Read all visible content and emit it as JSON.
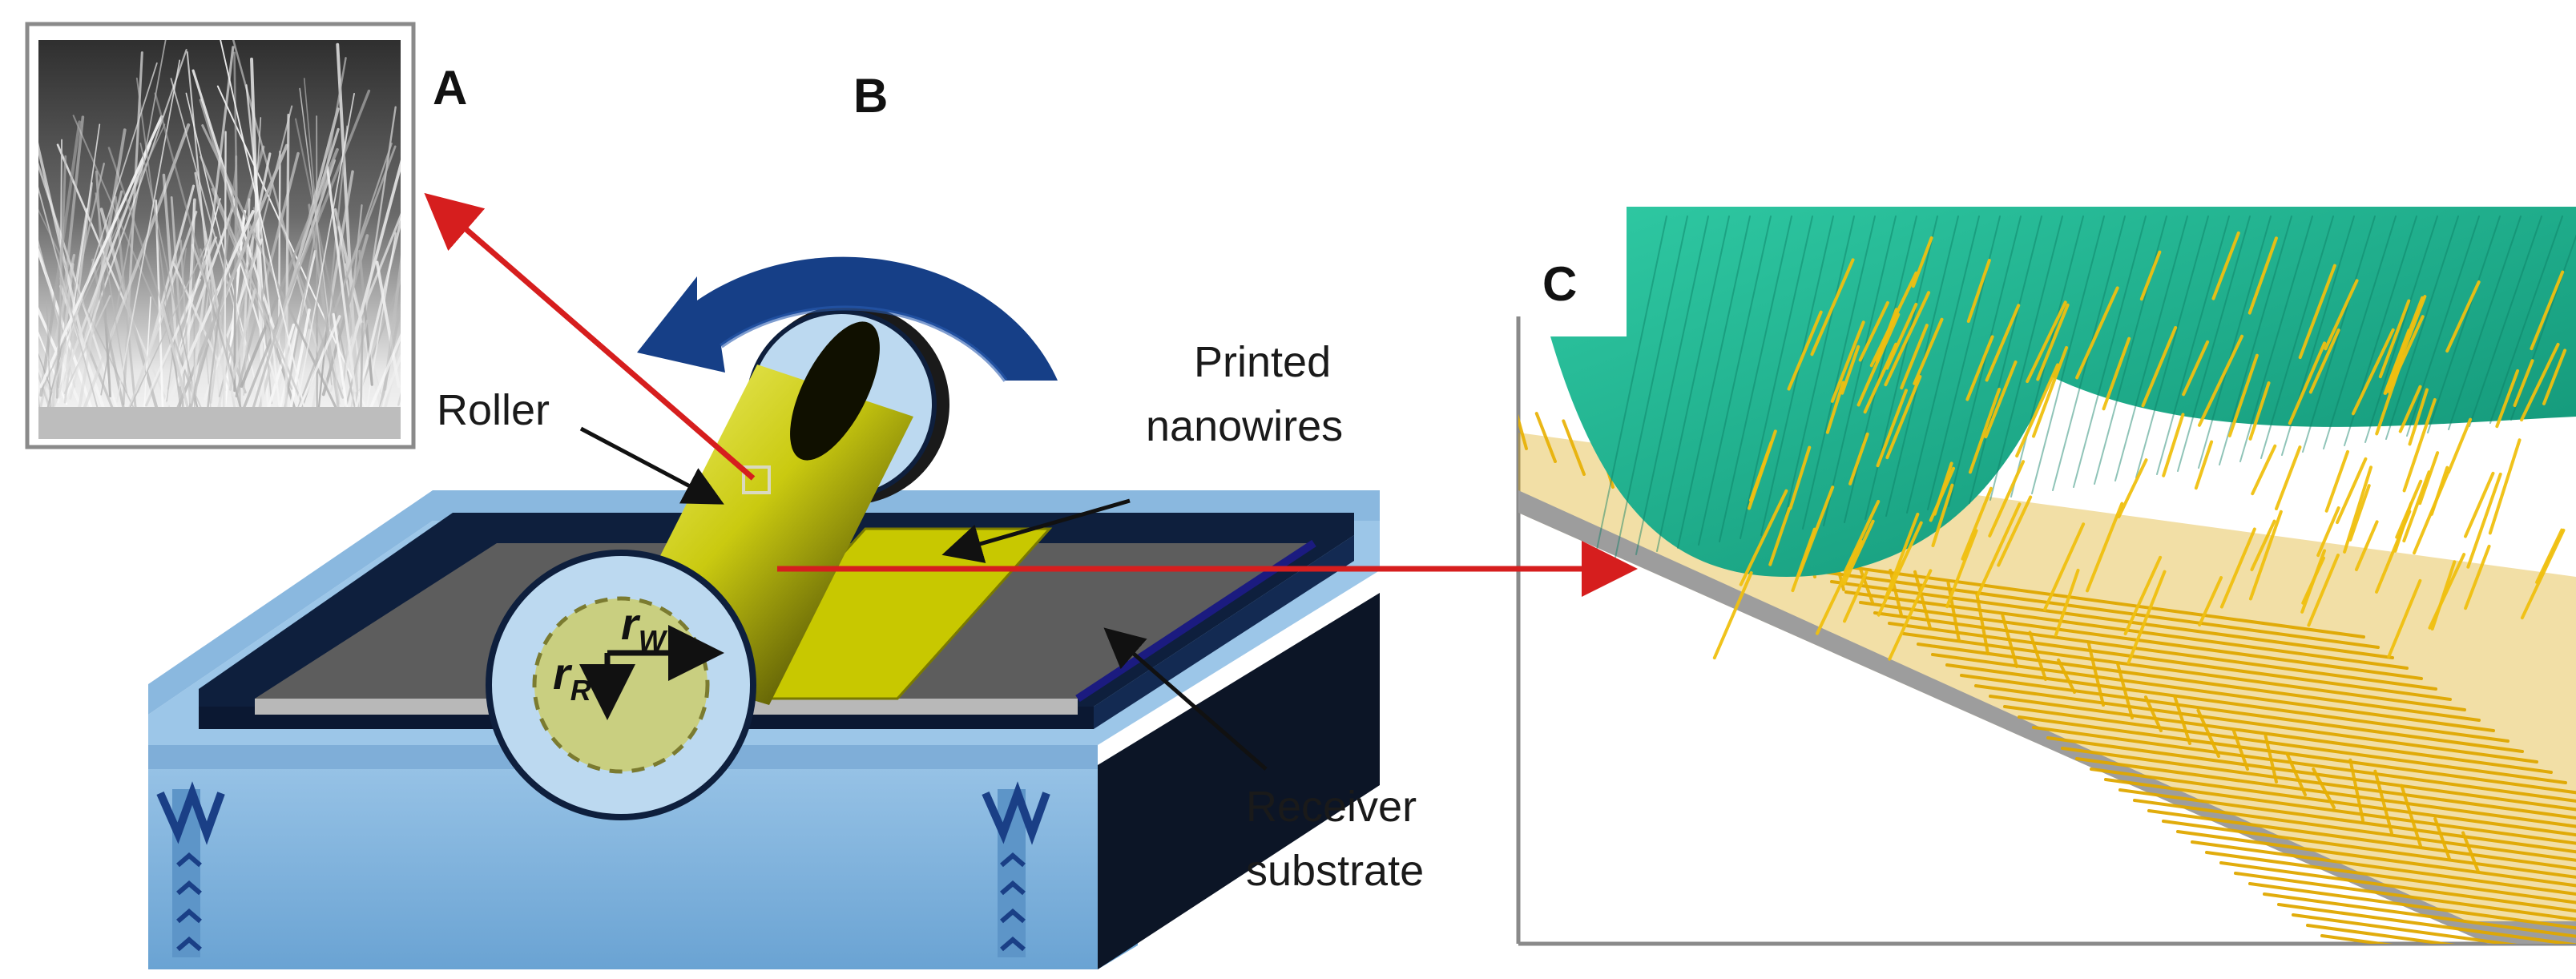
{
  "panels": {
    "a": "A",
    "b": "B",
    "c": "C"
  },
  "labels": {
    "roller": "Roller",
    "printed_line1": "Printed",
    "printed_line2": "nanowires",
    "receiver_line1": "Receiver",
    "receiver_line2": "substrate"
  },
  "symbols": {
    "r_w_base": "r",
    "r_w_sub": "W",
    "r_r_base": "r",
    "r_r_sub": "R"
  },
  "colors": {
    "arrow_red": "#d61e1e",
    "rotation_arrow": "#163f87",
    "roller_yellow": "#d4d400",
    "nanowire_yellow": "#e8b800",
    "stamp_teal": "#1ab08e",
    "base_blue": "#7fb3dc",
    "frame_navy": "#0e1f3d"
  }
}
